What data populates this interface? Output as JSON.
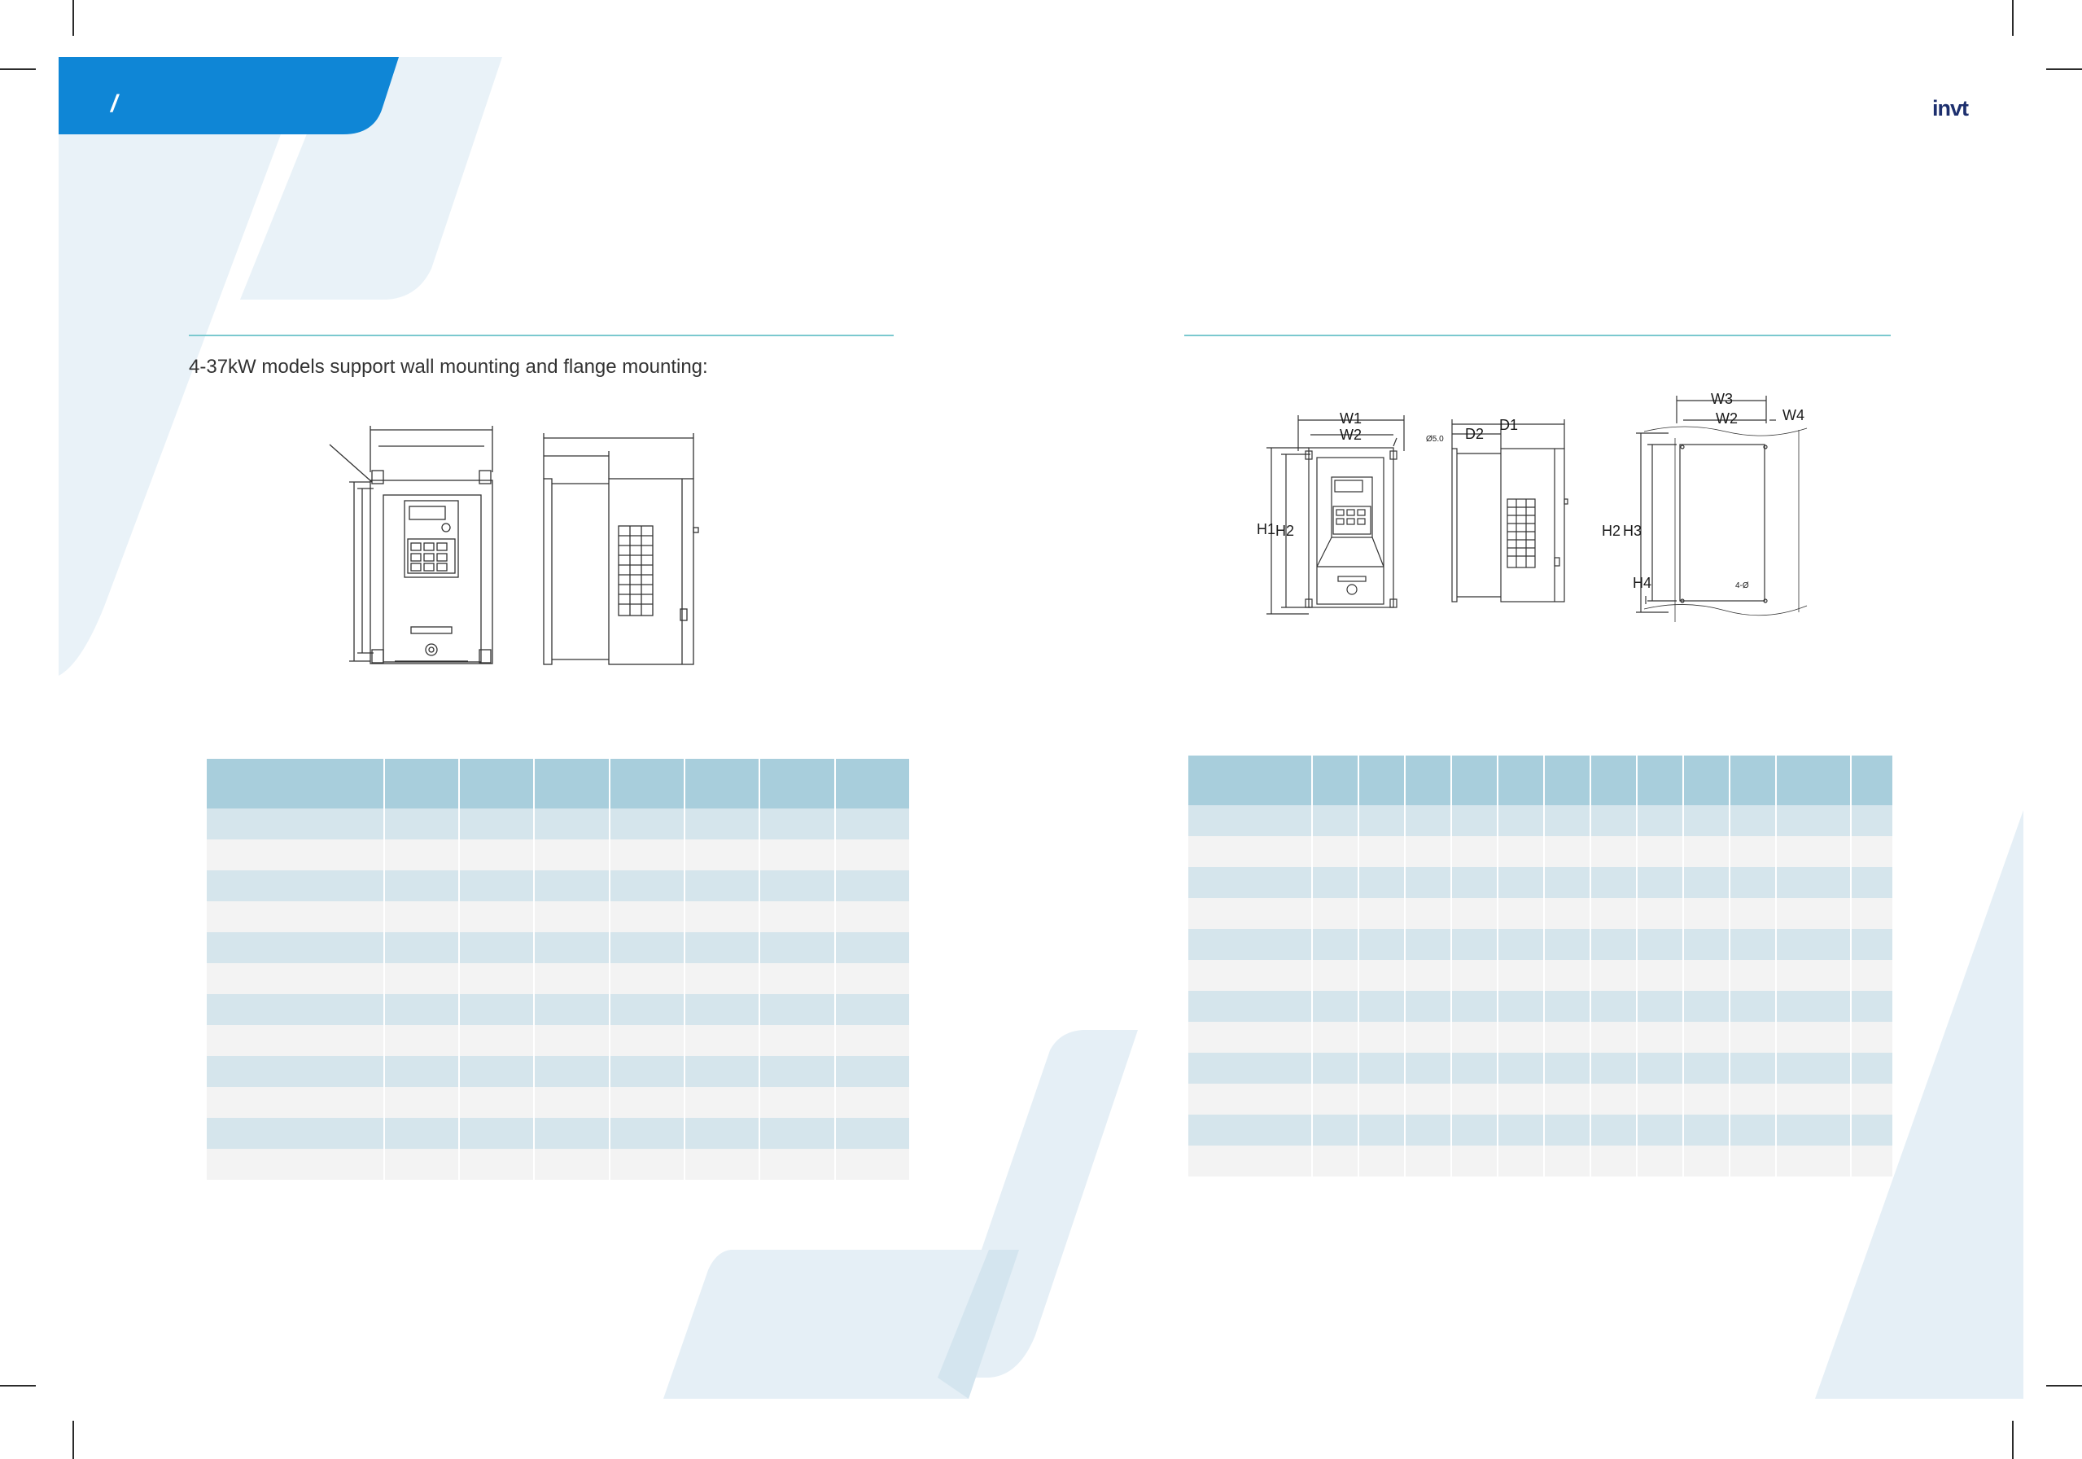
{
  "header": {
    "slash": "/",
    "logo": "invt"
  },
  "left": {
    "intro": "4-37kW models support wall mounting and flange mounting:"
  },
  "right": {
    "dimension_labels": {
      "W1": "W1",
      "W2": "W2",
      "W3": "W3",
      "W4": "W4",
      "D1": "D1",
      "D2": "D2",
      "H1": "H1",
      "H2": "H2",
      "H3": "H3",
      "H4": "H4",
      "hole": "Ø5.0",
      "holes_note": "4-Ø"
    }
  },
  "colors": {
    "header_blue": "#0f86d6",
    "decor_light_blue": "#e8f1f7",
    "table_header": "#a8cedc",
    "table_row_shaded": "#d5e5ec",
    "table_row_plain": "#f3f3f3",
    "rule_teal": "#7bc9cf"
  }
}
